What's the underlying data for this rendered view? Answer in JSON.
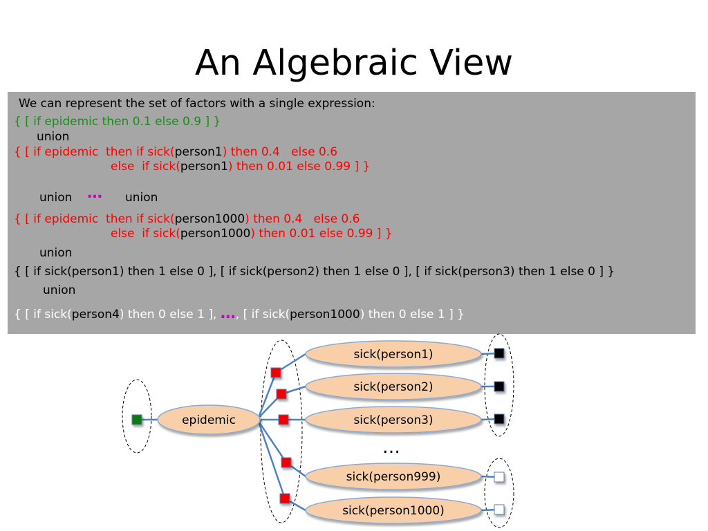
{
  "slide": {
    "title": "An Algebraic View"
  },
  "expression": {
    "intro": "We can represent the set of factors with a single expression:",
    "line_prior": "{ [ if epidemic then 0.1 else 0.9 ] }",
    "union1": "union",
    "f1_a": "{ [ if epidemic  then if sick(",
    "f1_b": "person1",
    "f1_c": ") then 0.4   else 0.6",
    "f1_d": "else  if sick(",
    "f1_e": "person1",
    "f1_f": ") then 0.01 else 0.99 ] }",
    "union2": "union",
    "ellipsis": "…",
    "union3": "union",
    "f2_a": "{ [ if epidemic  then if sick(",
    "f2_b": "person1000",
    "f2_c": ") then 0.4   else 0.6",
    "f2_d": "else  if sick(",
    "f2_e": "person1000",
    "f2_f": ") then 0.01 else 0.99 ] }",
    "union4": "union",
    "line_obs": "{ [ if sick(person1) then 1 else 0 ], [ if sick(person2) then 1 else 0 ], [ if sick(person3) then 1 else 0 ] }",
    "union5": "union",
    "last_a": "{ [ if sick(",
    "last_b": "person4",
    "last_c": ") then 0 else 1 ],",
    "last_ellipsis": "…",
    "last_d": ", [ if sick(",
    "last_e": "person1000",
    "last_f": ") then 0 else 1 ] }"
  },
  "diagram": {
    "epidemic_label": "epidemic",
    "sick_nodes": [
      "sick(person1)",
      "sick(person2)",
      "sick(person3)",
      "sick(person999)",
      "sick(person1000)"
    ],
    "gap_ellipsis": "…",
    "colors": {
      "prior_factor": "#0a7a0a",
      "conditional_factor": "#ee0000",
      "evidence_true": "#000000",
      "evidence_false": "#ffffff",
      "node_fill": "#f9cfa9",
      "edge": "#4f81bd"
    }
  }
}
